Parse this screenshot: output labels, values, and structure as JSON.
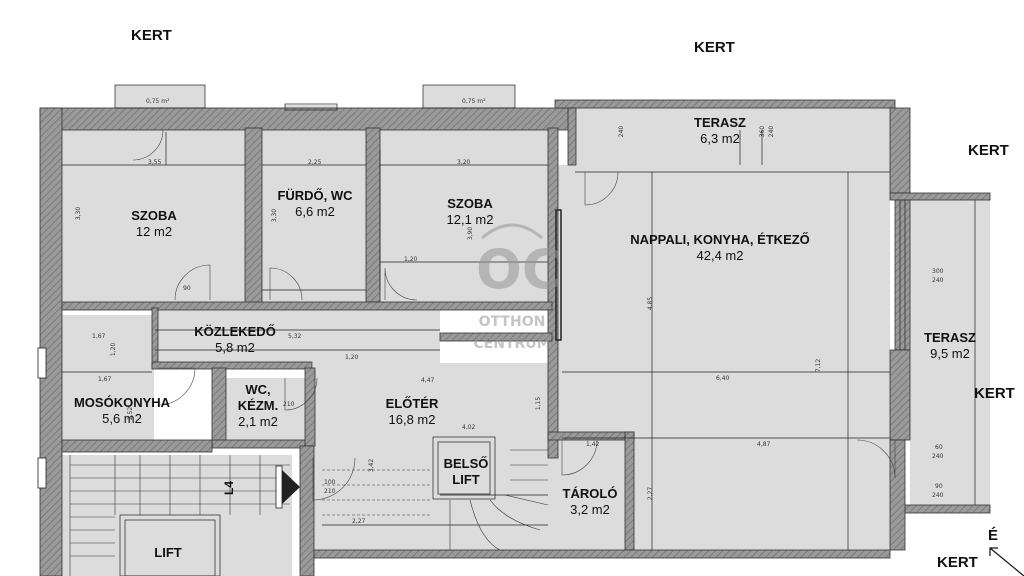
{
  "outside": {
    "garden": "KERT"
  },
  "north": "É",
  "rooms": [
    {
      "key": "szoba1",
      "name": "SZOBA",
      "area": "12 m2"
    },
    {
      "key": "furdo",
      "name": "FÜRDŐ, WC",
      "area": "6,6 m2"
    },
    {
      "key": "szoba2",
      "name": "SZOBA",
      "area": "12,1 m2"
    },
    {
      "key": "nappali",
      "name": "NAPPALI, KONYHA, ÉTKEZŐ",
      "area": "42,4 m2"
    },
    {
      "key": "terasz1",
      "name": "TERASZ",
      "area": "6,3 m2"
    },
    {
      "key": "terasz2",
      "name": "TERASZ",
      "area": "9,5 m2"
    },
    {
      "key": "kozlekedo",
      "name": "KÖZLEKEDŐ",
      "area": "5,8 m2"
    },
    {
      "key": "mosokonyha",
      "name": "MOSÓKONYHA",
      "area": "5,6 m2"
    },
    {
      "key": "wc",
      "name": "WC,",
      "name2": "KÉZM.",
      "area": "2,1 m2"
    },
    {
      "key": "eloter",
      "name": "ELŐTÉR",
      "area": "16,8 m2"
    },
    {
      "key": "belsolift",
      "name": "BELSŐ",
      "name2": "LIFT"
    },
    {
      "key": "tarolo",
      "name": "TÁROLÓ",
      "area": "3,2 m2"
    },
    {
      "key": "lift",
      "name": "LIFT"
    },
    {
      "key": "l4",
      "name": "L4"
    }
  ],
  "dimensions": {
    "d355": "3,55",
    "d225": "2,25",
    "d320": "3,20",
    "d330a": "3,30",
    "d330b": "3,30",
    "d390": "3,90",
    "d485": "4,85",
    "d712": "7,12",
    "d640": "6,40",
    "d447": "4,47",
    "d487": "4,87",
    "d532": "5,32",
    "d167a": "1,67",
    "d167b": "1,67",
    "d120a": "1,20",
    "d120b": "1,20",
    "d120c": "1,20",
    "d342": "3,42",
    "d402": "4,02",
    "d227a": "2,27",
    "d227b": "2,27",
    "d115": "1,15",
    "d142": "1,42",
    "d252": "2,52",
    "d075a": "0,75 m²",
    "d075b": "0,75 m²",
    "d300": "300",
    "d240a": "240",
    "d060": "60",
    "d240b": "240",
    "d090": "90",
    "d240c": "240",
    "d100": "100",
    "d210": "210",
    "d360": "360",
    "d240d": "240",
    "d090b": "90",
    "d240e": "240",
    "d210b": "210"
  },
  "watermark": {
    "logo": "OC",
    "line1": "OTTHON",
    "line2": "CENTRUM"
  }
}
